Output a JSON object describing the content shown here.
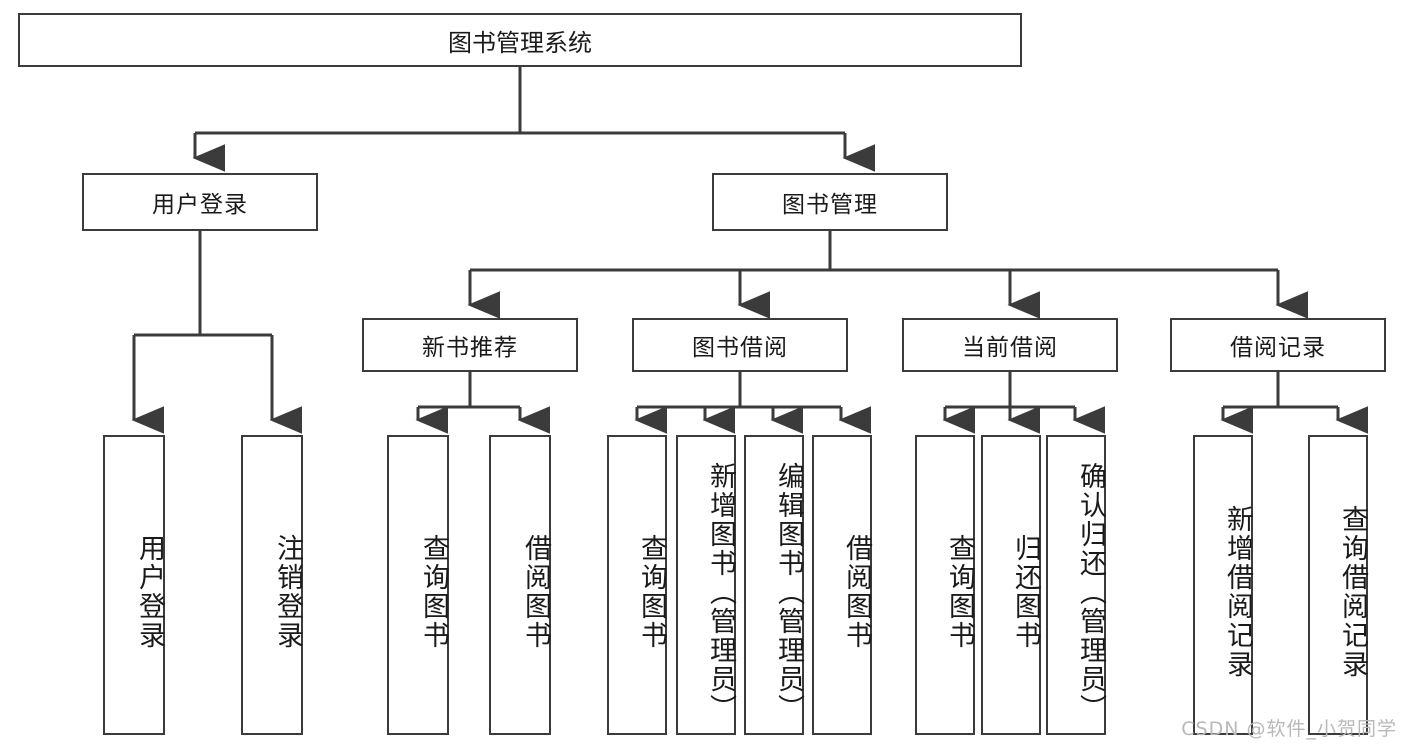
{
  "diagram": {
    "type": "tree",
    "title": "图书管理系统",
    "watermark": "CSDN @软件_小贺同学",
    "colors": {
      "stroke": "#3b3b3b",
      "fill": "#ffffff",
      "text": "#1a1a1a",
      "watermark": "#b9b9b9"
    },
    "nodes": {
      "root": "图书管理系统",
      "level1": {
        "user_login": "用户登录",
        "book_manage": "图书管理"
      },
      "level2": {
        "new_book_rec": "新书推荐",
        "book_borrow": "图书借阅",
        "current_borrow": "当前借阅",
        "borrow_record": "借阅记录"
      },
      "leaves": {
        "user_login_1": "用户登录",
        "user_login_2": "注销登录",
        "new_book_rec_1": "查询图书",
        "new_book_rec_2": "借阅图书",
        "book_borrow_1": "查询图书",
        "book_borrow_2": "新增图书（管理员）",
        "book_borrow_3": "编辑图书（管理员）",
        "book_borrow_4": "借阅图书",
        "current_borrow_1": "查询图书",
        "current_borrow_2": "归还图书",
        "current_borrow_3": "确认归还（管理员）",
        "borrow_record_1": "新增借阅记录",
        "borrow_record_2": "查询借阅记录"
      }
    }
  }
}
